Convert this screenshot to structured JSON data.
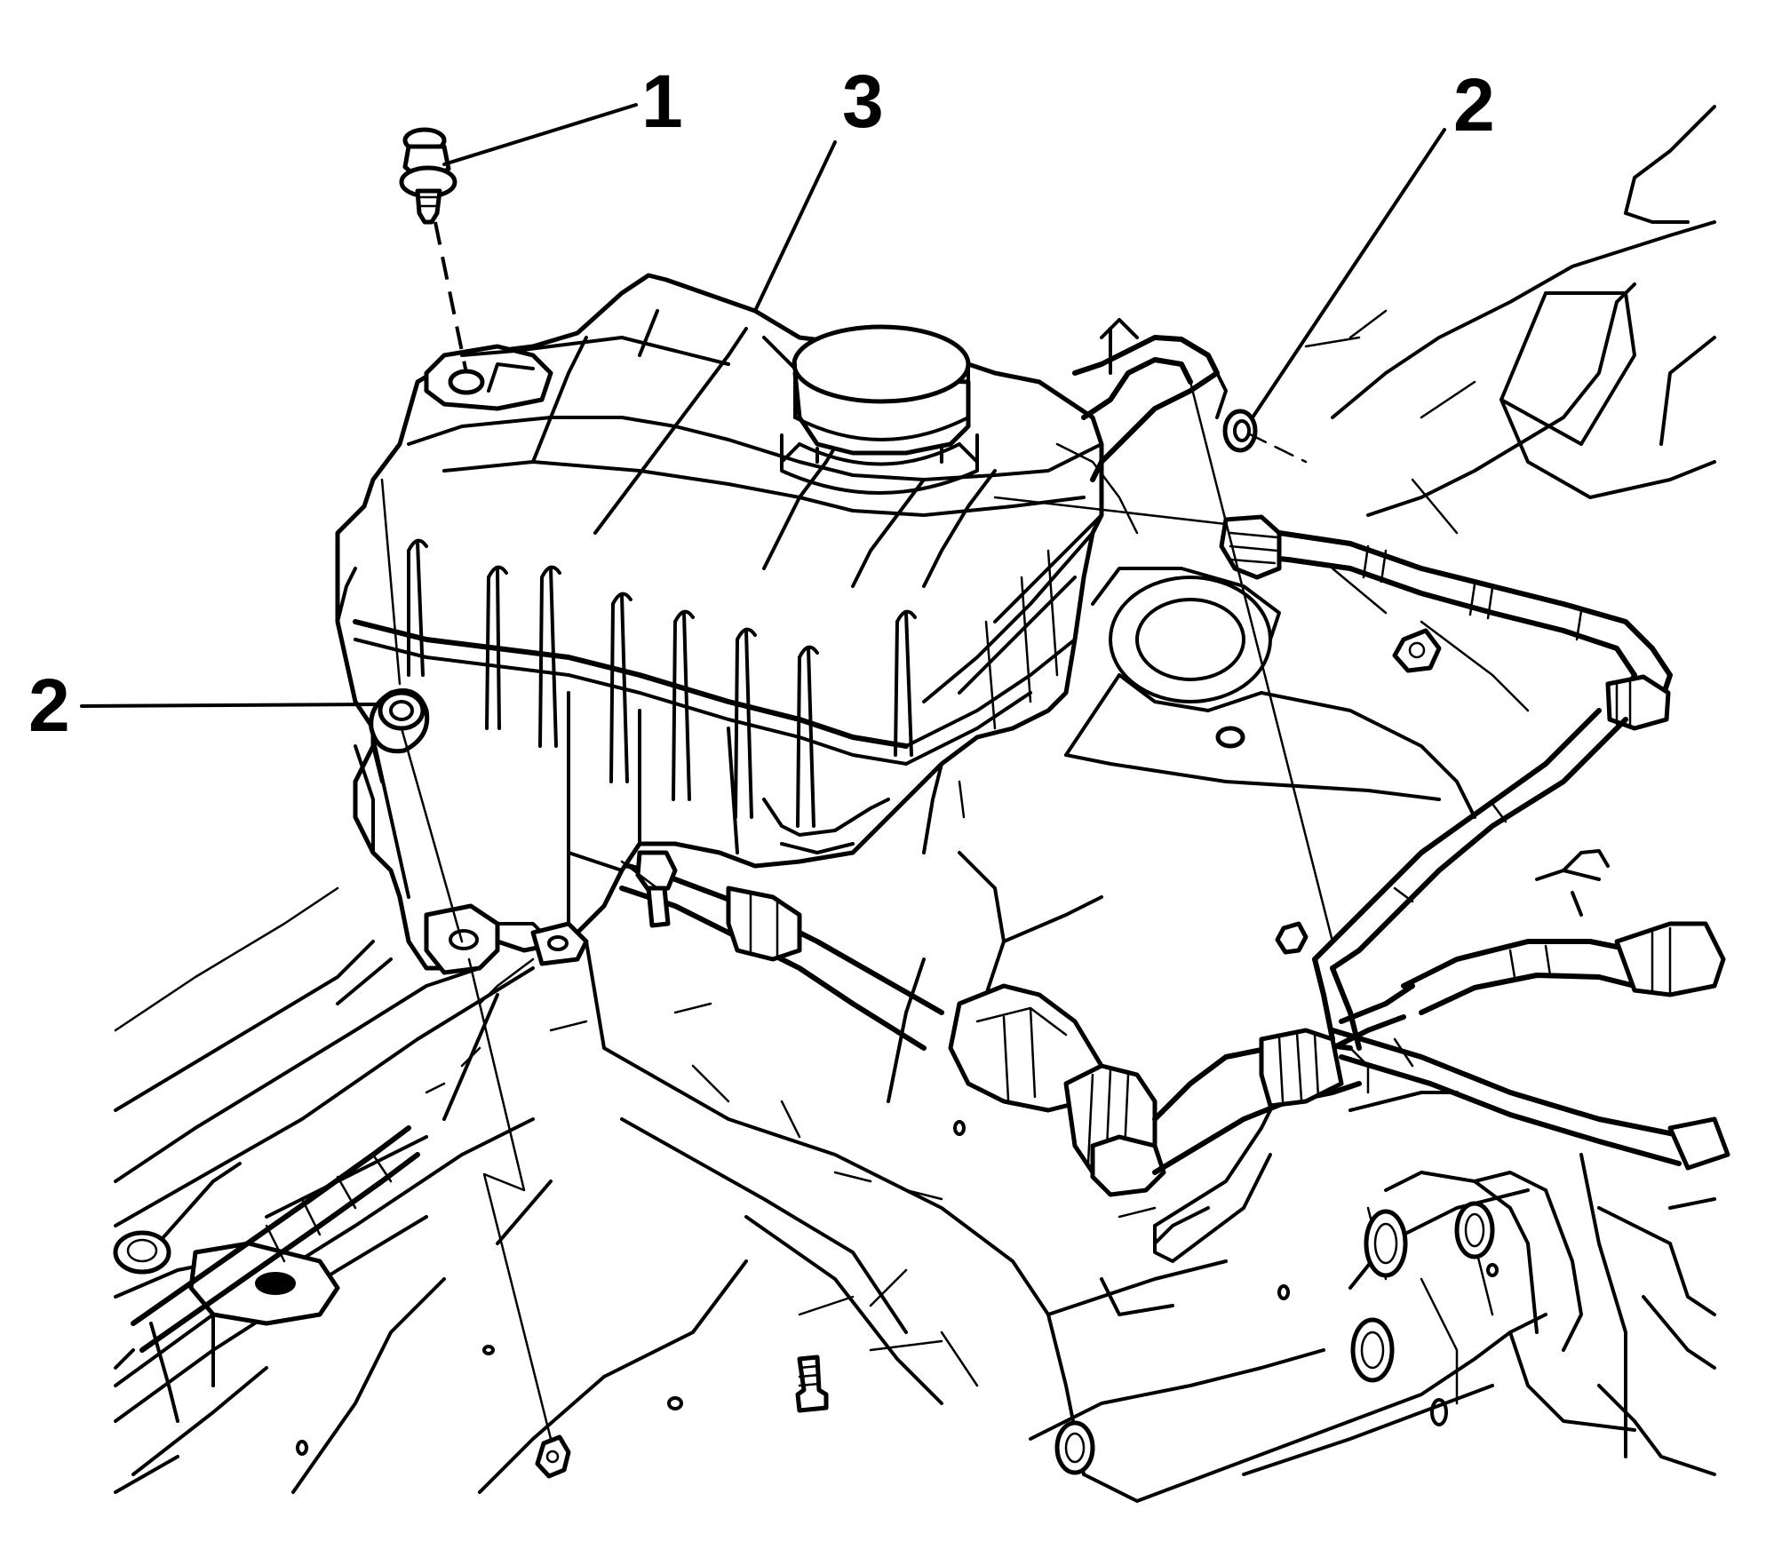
{
  "callouts": [
    {
      "id": "1",
      "label": "1",
      "part": "bolt"
    },
    {
      "id": "2a",
      "label": "2",
      "part": "grommet"
    },
    {
      "id": "2b",
      "label": "2",
      "part": "grommet"
    },
    {
      "id": "3",
      "label": "3",
      "part": "coolant-reservoir"
    }
  ],
  "colors": {
    "line": "#000000",
    "background": "#ffffff"
  }
}
